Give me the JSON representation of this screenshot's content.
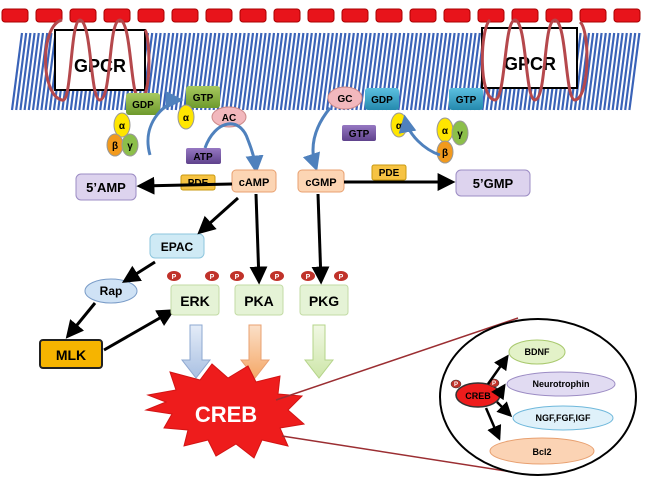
{
  "receptors": {
    "left_label": "GPCR",
    "right_label": "GPCR"
  },
  "g_protein": {
    "gdp": "GDP",
    "gtp": "GTP",
    "alpha": "α",
    "beta": "β",
    "gamma": "γ"
  },
  "enzymes": {
    "ac": "AC",
    "gc": "GC",
    "atp": "ATP",
    "gtp_substrate": "GTP",
    "pde_left": "PDE",
    "pde_right": "PDE"
  },
  "messengers": {
    "camp": "cAMP",
    "cgmp": "cGMP",
    "amp": "5’AMP",
    "gmp": "5’GMP"
  },
  "kinases": {
    "epac": "EPAC",
    "rap": "Rap",
    "mlk": "MLK",
    "erk": "ERK",
    "pka": "PKA",
    "pkg": "PKG",
    "phospho": "P"
  },
  "creb": {
    "main": "CREB",
    "inset_label": "CREB"
  },
  "targets": [
    "BDNF",
    "Neurotrophin",
    "NGF,FGF,IGF",
    "Bcl2"
  ],
  "colors": {
    "membrane_head": "#e8141b",
    "membrane_tail": "#3a63b8",
    "gpcr_loop": "#b5484c",
    "green_box": "#8ab33f",
    "teal_box": "#36a6c9",
    "purple_box": "#7a5ba6",
    "yellow_alpha": "#ffe600",
    "orange_beta": "#f29a1d",
    "green_gamma": "#8cbf4a",
    "ac_pink": "#f2b8bd",
    "camp_fill": "#fcd5b4",
    "pde_fill": "#f6c343",
    "amp_fill": "#ddd3ee",
    "epac_fill": "#cfeaf5",
    "rap_fill": "#cfe2f5",
    "mlk_fill": "#f6b400",
    "kinase_fill": "#e5f3d6",
    "phospho_fill": "#c0322a",
    "creb_red": "#ee1c1c",
    "arrow_blue": "#4f81bd"
  }
}
